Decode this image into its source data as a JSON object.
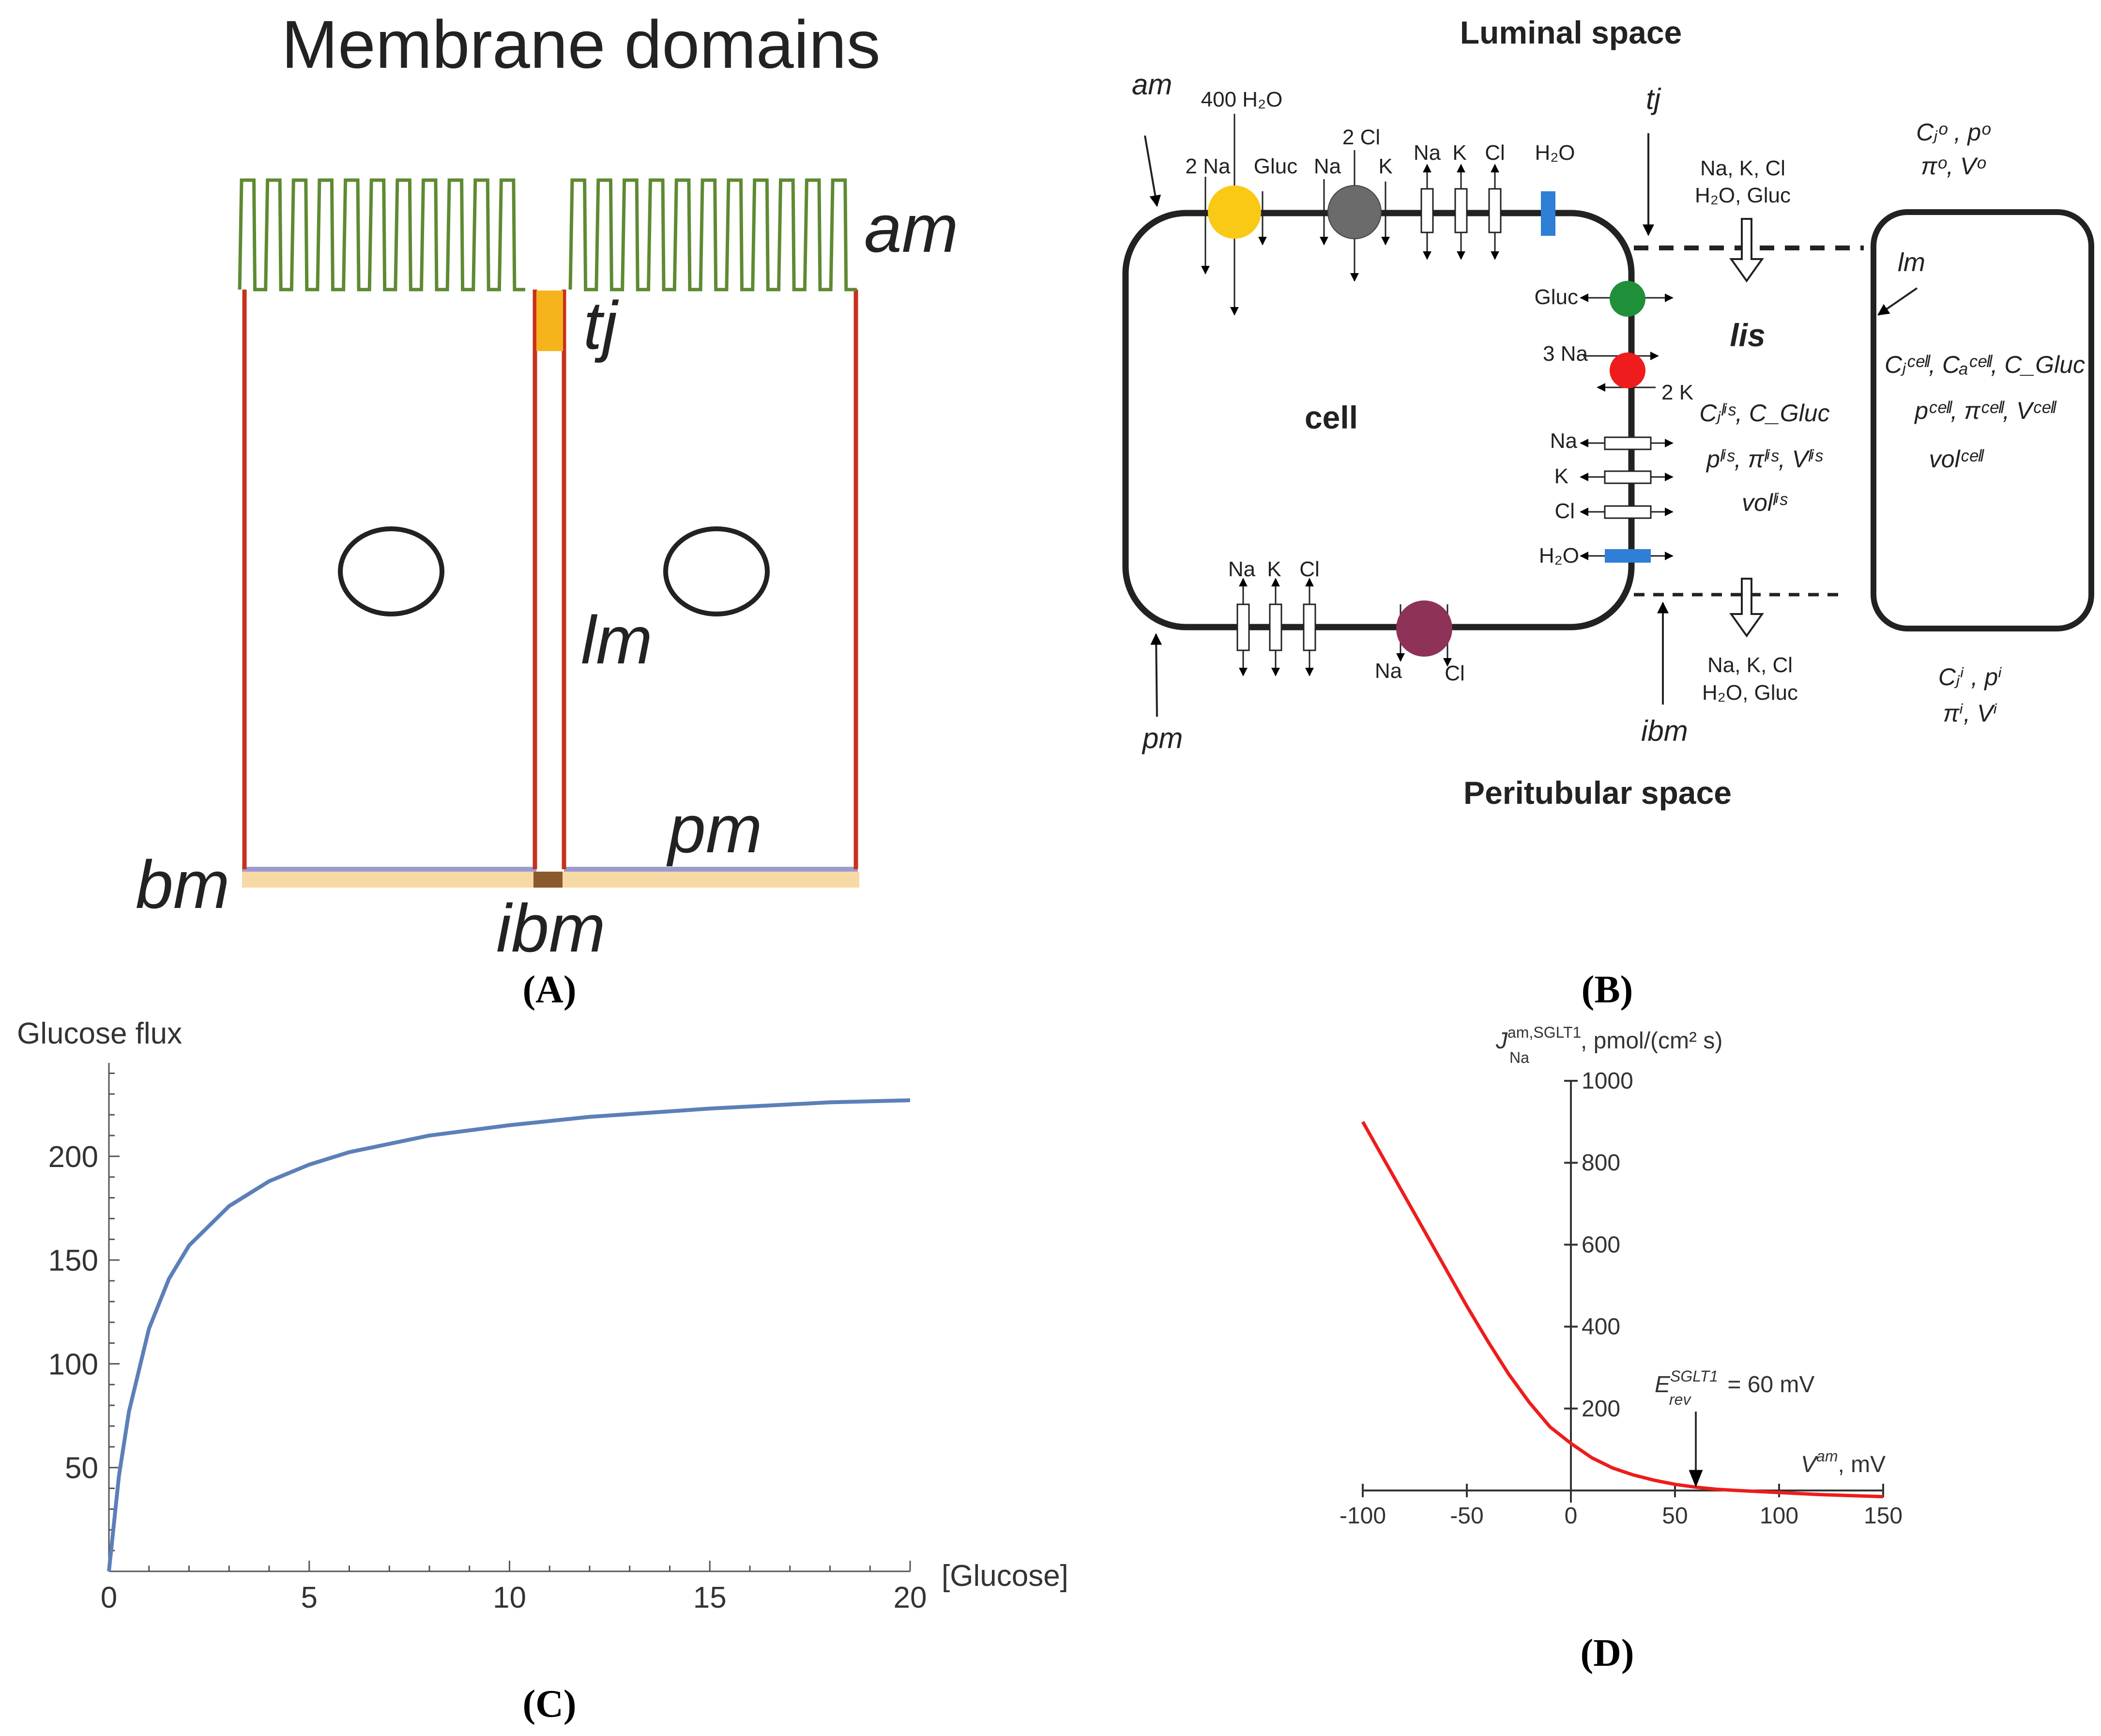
{
  "panel_a": {
    "title": "Membrane domains",
    "labels": {
      "am": "am",
      "tj": "tj",
      "lm": "lm",
      "pm": "pm",
      "bm": "bm",
      "ibm": "ibm"
    },
    "caption": "(A)",
    "colors": {
      "apical": "#5e8a32",
      "lateral": "#c8311e",
      "tight_junction": "#f6b31c",
      "basal": "#9c9ad2",
      "basement": "#f7d9a6",
      "interspace": "#8b5a2b"
    }
  },
  "panel_b": {
    "luminal": "Luminal space",
    "peritubular": "Peritubular space",
    "cell": "cell",
    "lis": "lis",
    "am": "am",
    "tj": "tj",
    "pm": "pm",
    "ibm": "ibm",
    "lm": "lm",
    "top_h2o": "400 H₂O",
    "two_na": "2 Na",
    "gluc": "Gluc",
    "na": "Na",
    "two_cl": "2 Cl",
    "k": "K",
    "na2": "Na",
    "k2": "K",
    "cl": "Cl",
    "h2o_top": "H₂O",
    "flux_top_1": "Na, K, Cl",
    "flux_top_2": "H₂O, Gluc",
    "flux_bot_1": "Na, K, Cl",
    "flux_bot_2": "H₂O, Gluc",
    "lat_gluc": "Gluc",
    "lat_3na": "3 Na",
    "lat_2k": "2 K",
    "lat_na": "Na",
    "lat_k": "K",
    "lat_cl": "Cl",
    "lat_h2o": "H₂O",
    "bas_na": "Na",
    "bas_k": "K",
    "bas_cl": "Cl",
    "bas_na_pump": "Na",
    "bas_cl_pump": "Cl",
    "lumen_vars_1": "Cⱼᵒ , pᵒ",
    "lumen_vars_2": "πᵒ, Vᵒ",
    "cell_vars_1": "Cⱼᶜᵉˡˡ, Cₐᶜᵉˡˡ, C_Gluc",
    "cell_vars_2": "pᶜᵉˡˡ, πᶜᵉˡˡ, Vᶜᵉˡˡ",
    "cell_vars_3": "volᶜᵉˡˡ",
    "lis_vars_1": "Cⱼˡⁱˢ, C_Gluc",
    "lis_vars_2": "pˡⁱˢ, πˡⁱˢ, Vˡⁱˢ",
    "lis_vars_3": "volˡⁱˢ",
    "bath_vars_1": "Cⱼⁱ , pⁱ",
    "bath_vars_2": "πⁱ, Vⁱ",
    "caption": "(B)",
    "colors": {
      "sglt": "#f9c916",
      "nkcc": "#6b6b6b",
      "glut": "#1f8f3a",
      "pump": "#ee1c1c",
      "kcc": "#8e3258",
      "aqp": "#2f7fd6"
    }
  },
  "panel_c": {
    "caption": "(C)",
    "chart_data": {
      "type": "line",
      "ylabel": "Glucose flux",
      "xlabel": "[Glucose]",
      "xlim": [
        0,
        20
      ],
      "ylim": [
        0,
        245
      ],
      "xticks": [
        0,
        5,
        10,
        15,
        20
      ],
      "yticks": [
        50,
        100,
        150,
        200
      ],
      "color": "#5c7fb8",
      "x": [
        0,
        0.25,
        0.5,
        1,
        1.5,
        2,
        3,
        4,
        5,
        6,
        8,
        10,
        12,
        15,
        18,
        20
      ],
      "y": [
        0,
        46,
        77,
        117,
        141,
        157,
        176,
        188,
        196,
        202,
        210,
        215,
        219,
        223,
        226,
        227
      ]
    }
  },
  "panel_d": {
    "caption": "(D)",
    "annotation": "E_rev^SGLT1 = 60 mV",
    "annotation_main": "E",
    "annotation_sup": "SGLT1",
    "annotation_sub": "rev",
    "annotation_rest": " = 60 mV",
    "chart_data": {
      "type": "line",
      "ylabel_main": "J",
      "ylabel_sup": "am,SGLT1",
      "ylabel_sub": "Na",
      "ylabel_rest": ", pmol/(cm² s)",
      "xlabel_main": "V",
      "xlabel_sup": "am",
      "xlabel_rest": ", mV",
      "xlim": [
        -100,
        150
      ],
      "ylim": [
        0,
        1000
      ],
      "xticks": [
        -100,
        -50,
        0,
        50,
        100,
        150
      ],
      "yticks": [
        200,
        400,
        600,
        800,
        1000
      ],
      "color": "#ee1c1c",
      "x": [
        -100,
        -90,
        -80,
        -70,
        -60,
        -50,
        -40,
        -30,
        -20,
        -10,
        0,
        10,
        20,
        30,
        40,
        50,
        60,
        70,
        80,
        100,
        120,
        150
      ],
      "y": [
        900,
        810,
        720,
        630,
        540,
        450,
        365,
        285,
        215,
        155,
        115,
        80,
        55,
        38,
        25,
        15,
        8,
        3,
        0,
        -5,
        -10,
        -15
      ]
    }
  }
}
